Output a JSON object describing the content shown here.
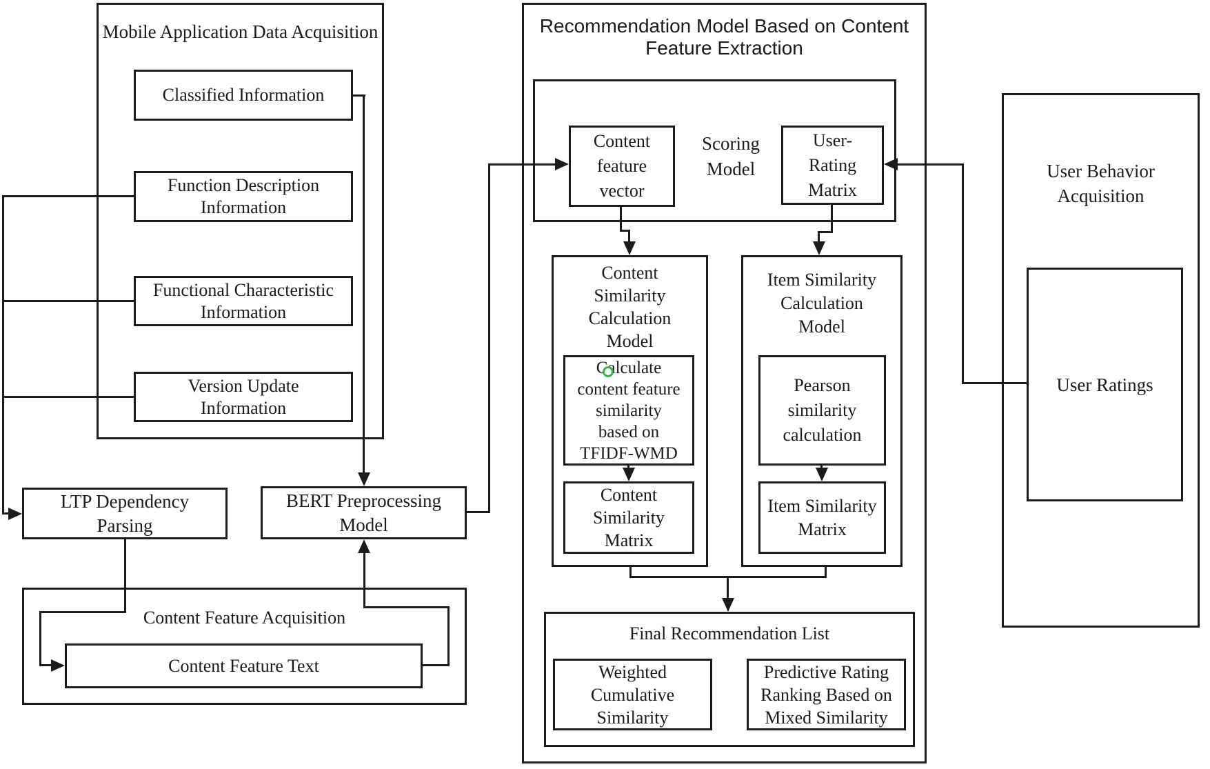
{
  "figure": {
    "background": "#ffffff",
    "line_color": "#1c1c1c",
    "marker_color": "#3fae49"
  },
  "mobile_acquisition": {
    "title": "Mobile Application Data Acquisition",
    "classified": "Classified Information",
    "function_description": "Function Description\nInformation",
    "functional_characteristic": "Functional Characteristic\nInformation",
    "version_update": "Version Update\nInformation"
  },
  "preprocessing": {
    "ltp": "LTP Dependency\nParsing",
    "bert": "BERT Preprocessing\nModel"
  },
  "content_feature": {
    "title": "Content Feature Acquisition",
    "text_box": "Content Feature Text"
  },
  "recommendation_model": {
    "title": "Recommendation Model Based on Content\nFeature Extraction",
    "scoring": {
      "label": "Scoring\nModel",
      "content_feature_vector": "Content\nfeature\nvector",
      "user_rating_matrix": "User-\nRating\nMatrix"
    },
    "content_similarity": {
      "title": "Content\nSimilarity\nCalculation\nModel",
      "tfidf_wmd": "Calculate\ncontent feature\nsimilarity\nbased on\nTFIDF-WMD",
      "matrix": "Content\nSimilarity\nMatrix"
    },
    "item_similarity": {
      "title": "Item Similarity\nCalculation\nModel",
      "pearson": "Pearson\nsimilarity\ncalculation",
      "matrix": "Item Similarity\nMatrix"
    },
    "final": {
      "title": "Final Recommendation List",
      "weighted": "Weighted\nCumulative\nSimilarity",
      "predictive": "Predictive Rating\nRanking Based on\nMixed Similarity"
    }
  },
  "user_behavior": {
    "title": "User Behavior\nAcquisition",
    "ratings": "User Ratings"
  }
}
